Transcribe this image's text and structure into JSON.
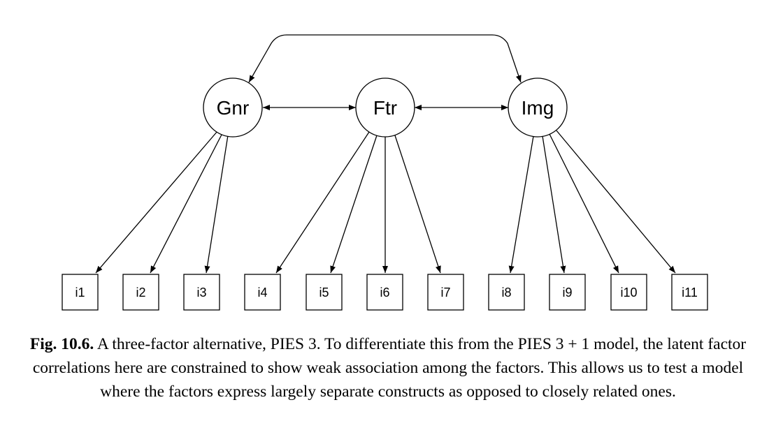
{
  "diagram": {
    "factors": [
      {
        "id": "gnr",
        "label": "Gnr"
      },
      {
        "id": "ftr",
        "label": "Ftr"
      },
      {
        "id": "img",
        "label": "Img"
      }
    ],
    "items": [
      {
        "id": "i1",
        "label": "i1",
        "factor": "gnr"
      },
      {
        "id": "i2",
        "label": "i2",
        "factor": "gnr"
      },
      {
        "id": "i3",
        "label": "i3",
        "factor": "gnr"
      },
      {
        "id": "i4",
        "label": "i4",
        "factor": "ftr"
      },
      {
        "id": "i5",
        "label": "i5",
        "factor": "ftr"
      },
      {
        "id": "i6",
        "label": "i6",
        "factor": "ftr"
      },
      {
        "id": "i7",
        "label": "i7",
        "factor": "ftr"
      },
      {
        "id": "i8",
        "label": "i8",
        "factor": "img"
      },
      {
        "id": "i9",
        "label": "i9",
        "factor": "img"
      },
      {
        "id": "i10",
        "label": "i10",
        "factor": "img"
      },
      {
        "id": "i11",
        "label": "i11",
        "factor": "img"
      }
    ],
    "correlations": [
      {
        "from": "gnr",
        "to": "ftr"
      },
      {
        "from": "ftr",
        "to": "img"
      },
      {
        "from": "gnr",
        "to": "img"
      }
    ]
  },
  "caption": {
    "label": "Fig. 10.6.",
    "text": "A three-factor alternative, PIES 3. To differentiate this from the PIES 3 + 1 model, the latent factor correlations here are constrained to show weak association among the factors. This allows us to test a model where the factors express largely separate constructs as opposed to closely related ones."
  }
}
